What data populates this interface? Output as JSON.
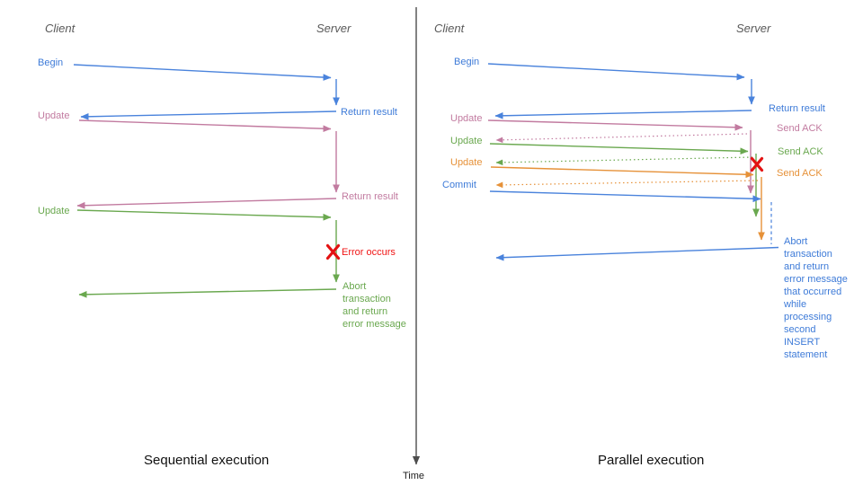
{
  "palette": {
    "blue": "#3e7bd8",
    "pink": "#c27ba0",
    "green": "#6aa84f",
    "orange": "#e69138",
    "red": "#f01515",
    "header_gray": "#595959",
    "axis": "#4d4d4d",
    "title": "#111111"
  },
  "icons": {
    "error_cross": "X"
  },
  "time_axis": {
    "label": "Time"
  },
  "sequential": {
    "title": "Sequential execution",
    "client_header": "Client",
    "server_header": "Server",
    "labels": {
      "begin": "Begin",
      "return_result_1": "Return result",
      "update_1": "Update",
      "return_result_2": "Return result",
      "update_2": "Update",
      "error": "Error occurs",
      "abort": "Abort\ntransaction\nand return\nerror message"
    }
  },
  "parallel": {
    "title": "Parallel execution",
    "client_header": "Client",
    "server_header": "Server",
    "labels": {
      "begin": "Begin",
      "return_result": "Return result",
      "update_1": "Update",
      "send_ack_1": "Send ACK",
      "update_2": "Update",
      "send_ack_2": "Send ACK",
      "update_3": "Update",
      "send_ack_3": "Send ACK",
      "commit": "Commit",
      "abort": "Abort\ntransaction\nand return\nerror message\nthat occurred\nwhile\nprocessing\nsecond\nINSERT\nstatement"
    }
  }
}
